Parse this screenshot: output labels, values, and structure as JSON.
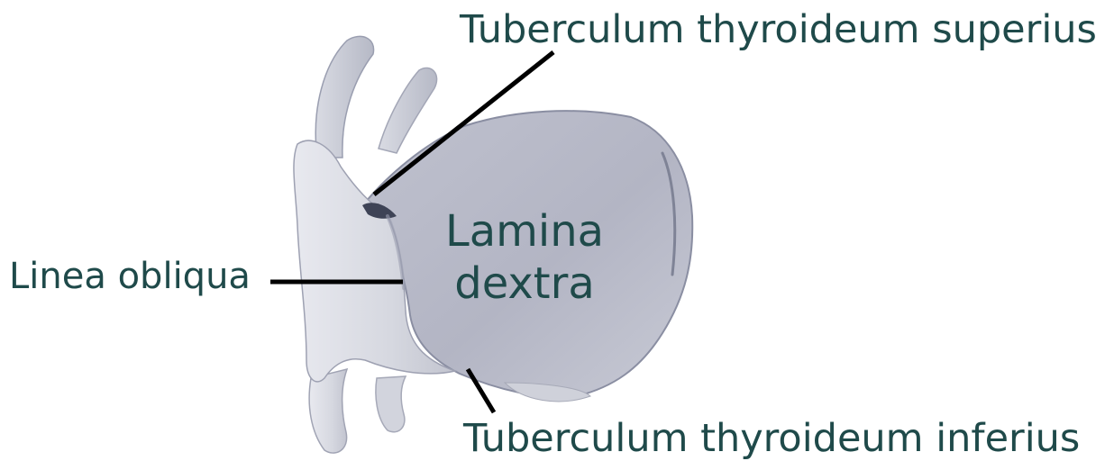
{
  "figure": {
    "labels": {
      "tuberculum_superius": "Tuberculum thyroideum superius",
      "tuberculum_inferius": "Tuberculum thyroideum inferius",
      "linea_obliqua": "Linea obliqua",
      "lamina_line1": "Lamina",
      "lamina_line2": "dextra"
    },
    "colors": {
      "label_text": "#1f4a4a",
      "leader_line": "#000000",
      "cartilage_fill": "#c9cbd6",
      "cartilage_light": "#e4e5ec",
      "cartilage_shadow": "#8e92a4",
      "background": "#ffffff"
    }
  }
}
